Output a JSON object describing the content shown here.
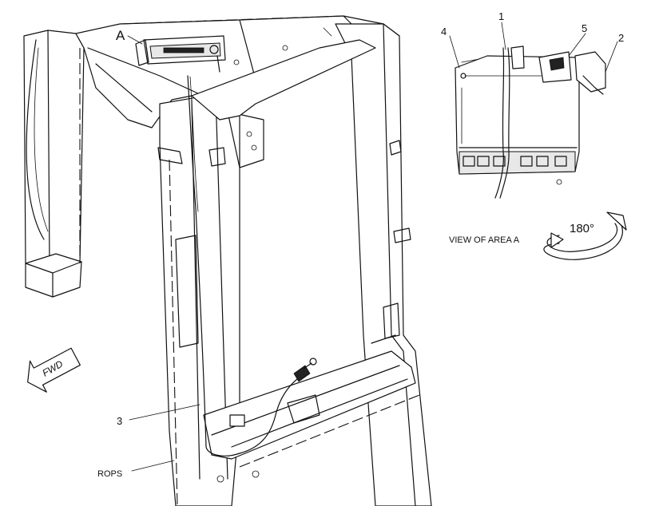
{
  "labels": {
    "area_letter": "A",
    "callout_1": "1",
    "callout_2": "2",
    "callout_3": "3",
    "callout_4": "4",
    "callout_5": "5",
    "view_caption": "VIEW OF AREA A",
    "rotation": "180°",
    "fwd": "FWD",
    "rops": "ROPS"
  }
}
